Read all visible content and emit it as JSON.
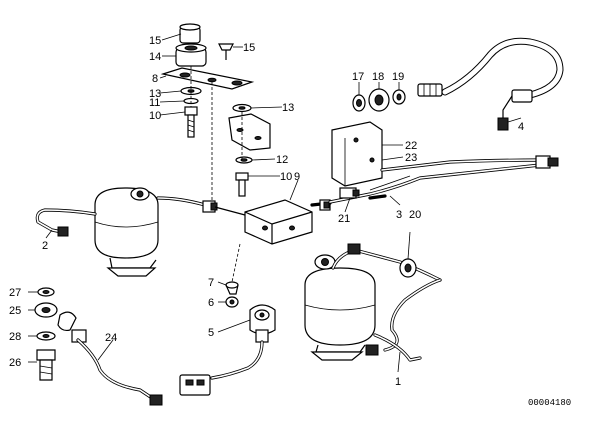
{
  "diagram": {
    "doc_number": "00004180",
    "callouts": {
      "c1": "1",
      "c2": "2",
      "c3": "3",
      "c4": "4",
      "c5": "5",
      "c6": "6",
      "c7": "7",
      "c8": "8",
      "c9": "9",
      "c10a": "10",
      "c10b": "10",
      "c11": "11",
      "c12": "12",
      "c13a": "13",
      "c13b": "13",
      "c14": "14",
      "c15a": "15",
      "c15b": "15",
      "c17": "17",
      "c18": "18",
      "c19": "19",
      "c20": "20",
      "c21": "21",
      "c22": "22",
      "c23": "23",
      "c24": "24",
      "c25": "25",
      "c26": "26",
      "c27": "27",
      "c28": "28"
    }
  }
}
